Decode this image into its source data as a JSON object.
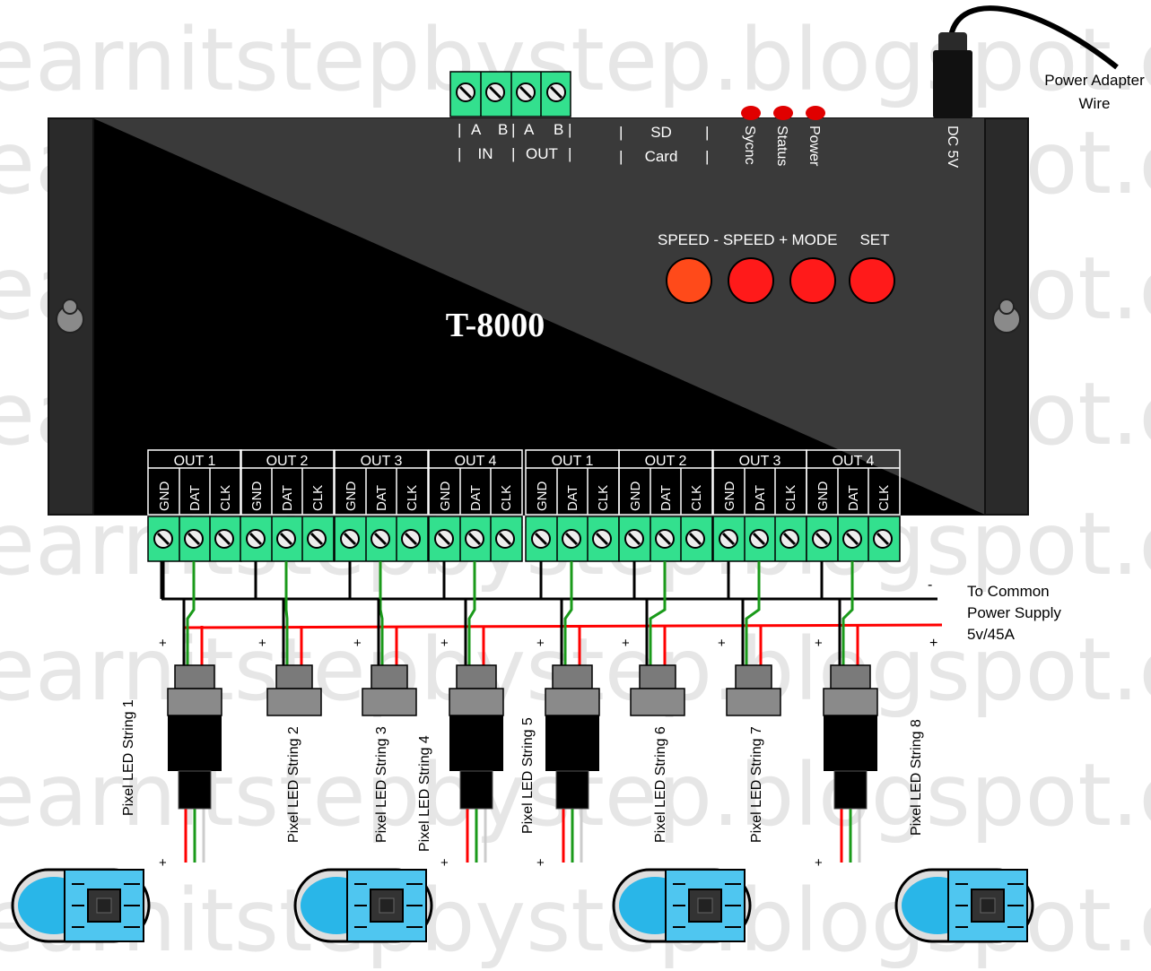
{
  "watermark": "earnitstepbystep.blogspot.com",
  "controller": {
    "model": "T-8000",
    "rs485": {
      "a": "A",
      "b": "B",
      "in": "IN",
      "out": "OUT"
    },
    "sd_card": {
      "line1": "SD",
      "line2": "Card"
    },
    "leds": [
      "Sycnc",
      "Status",
      "Power"
    ],
    "dc_label": "DC 5V",
    "buttons": [
      "SPEED -",
      "SPEED +",
      "MODE",
      "SET"
    ],
    "ports": [
      "OUT 1",
      "OUT 2",
      "OUT 3",
      "OUT 4",
      "OUT 1",
      "OUT 2",
      "OUT 3",
      "OUT 4"
    ],
    "pins": [
      "GND",
      "DAT",
      "CLK"
    ]
  },
  "power_adapter": {
    "line1": "Power Adapter",
    "line2": "Wire"
  },
  "power_supply": {
    "line1": "To Common",
    "line2": "Power Supply",
    "line3": "5v/45A",
    "minus": "-",
    "plus": "+"
  },
  "strings": [
    "Pixel LED String 1",
    "Pixel LED String 2",
    "Pixel LED String 3",
    "Pixel LED String 4",
    "Pixel LED String 5",
    "Pixel LED String 6",
    "Pixel LED String 7",
    "Pixel LED String 8"
  ],
  "polarity": {
    "plus": "+",
    "minus": "-"
  },
  "colors": {
    "controller": "#1b1b1b",
    "terminal": "#33e08e",
    "button": "#ff1a1a",
    "wire_red": "#ff0000",
    "wire_green": "#1a9a1a",
    "wire_black": "#000000",
    "pixel_blue": "#29b6e8"
  }
}
